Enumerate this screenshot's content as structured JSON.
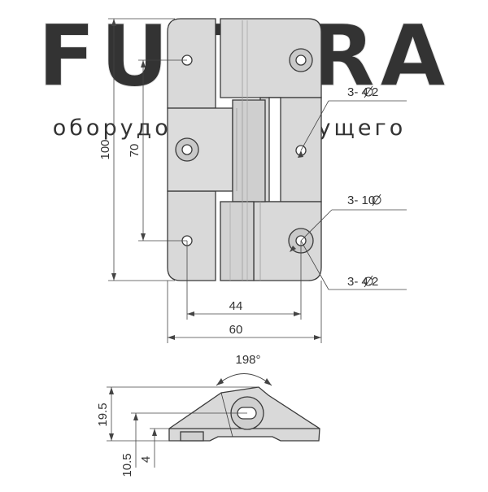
{
  "watermark": {
    "brand": "FUTURA",
    "tagline": "оборудования будущего"
  },
  "dimensions": {
    "height_total": "100",
    "hole_spacing_vertical": "70",
    "hole_spacing_horizontal": "44",
    "width_total": "60",
    "opening_angle": "198°",
    "side_height_total": "19.5",
    "side_height_pin": "10.5",
    "side_height_plate": "4"
  },
  "callouts": {
    "small_holes_top": "3-  4.2",
    "large_holes": "3-  10",
    "small_holes_bottom": "3-  4.2"
  },
  "colors": {
    "part_fill": "#d9d9d9",
    "part_stroke": "#3a3a3a",
    "dimension_line": "#444444",
    "watermark": "#eeeeee"
  }
}
